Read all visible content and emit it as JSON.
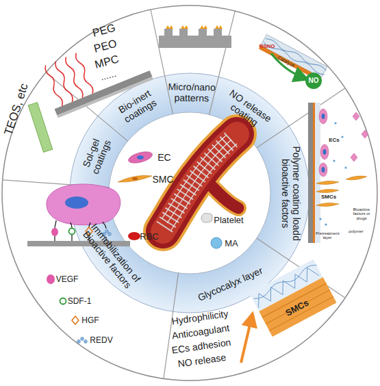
{
  "diagram": {
    "nodes": [
      {
        "text": [
          "Micro/nano patterns"
        ]
      },
      {
        "text": [
          "NO release coating"
        ]
      },
      {
        "text": [
          "Polymer coating loadd bioactive factors"
        ]
      },
      {
        "text": [
          "Glycocalyx layer"
        ]
      },
      {
        "text": [
          "Immobilization of Bioactive factors"
        ]
      },
      {
        "text": [
          "Sol-gel coatings"
        ]
      },
      {
        "text": [
          "Bio-inert coatings"
        ]
      }
    ],
    "labels": [
      "PEG",
      "PEO",
      "MPC",
      "......",
      "TEOS, etc",
      "VEGF",
      "SDF-1",
      "HGF",
      "REDV",
      "Hydrophilicity",
      "Anticoagulant",
      "ECs adhesion",
      "NO release",
      "SMCs",
      "RSNO",
      "Catalyze",
      "NO",
      "ECs",
      "SMCs",
      "Bioactive factors or drugs",
      "polymer",
      "Pretreatment layer",
      "EC",
      "SMC",
      "Platelet",
      "RBC",
      "MA"
    ]
  }
}
